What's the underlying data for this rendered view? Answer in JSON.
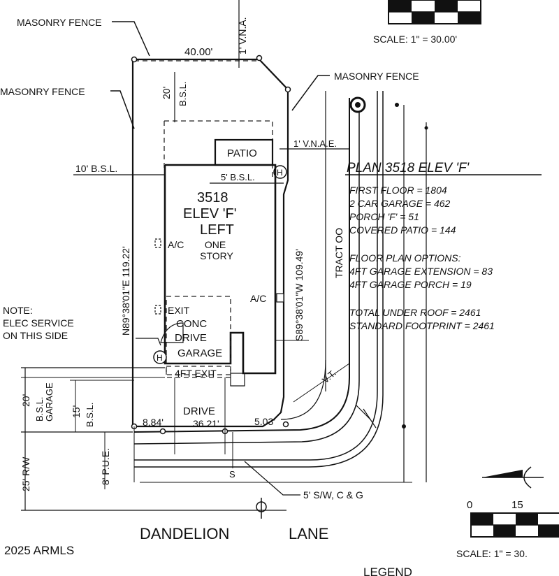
{
  "labels": {
    "masonry_fence_top": "MASONRY FENCE",
    "masonry_fence_left": "MASONRY FENCE",
    "masonry_fence_right": "MASONRY FENCE",
    "scale_top": "SCALE: 1\" = 30.00'",
    "scale_bottom": "SCALE: 1\" = 30.",
    "vnae_top": "1' V.N.A.",
    "vnae_right": "1' V.N.A.E.",
    "dim_top": "40.00'",
    "bsl_20_top": "20'",
    "bsl_top": "B.S.L.",
    "patio": "PATIO",
    "bsl_10": "10' B.S.L.",
    "bsl_5": "5' B.S.L.",
    "hose_bib": "H",
    "plan_number": "3518",
    "plan_elev": "ELEV 'F'",
    "plan_hand": "LEFT",
    "ac_left": "A/C",
    "one_story": "ONE\nSTORY",
    "bearing_left": "N89°38'01\"E  119.22'",
    "bearing_right": "S89°38'01\"W  109.49'",
    "ac_right": "A/C",
    "tract": "TRACT OO",
    "exit_top": "EXIT",
    "conc": "CONC",
    "drive": "DRIVE",
    "garage": "GARAGE",
    "exit_4ft": "4FT EXIT",
    "note": "NOTE:\nELEC SERVICE\nON THIS SIDE",
    "dim_20_garage": "20'",
    "bsl_garage": "B.S.L.\nGARAGE",
    "dim_15": "15'",
    "bsl_15": "B.S.L.",
    "drive_label": "DRIVE",
    "dim_884": "8.84'",
    "dim_3621": "36.21'",
    "dim_503": "5.03'",
    "vt": "V.T.",
    "rw_25": "25' R/W",
    "pue_8": "8' P.U.E.",
    "s_mark": "S",
    "sw": "5' S/W, C & G",
    "street_left": "DANDELION",
    "street_right": "LANE",
    "copyright": "2025 ARMLS",
    "legend": "LEGEND",
    "scale_0": "0",
    "scale_15": "15"
  },
  "info": {
    "title": "PLAN 3518 ELEV 'F'",
    "lines": [
      "FIRST FLOOR = 1804",
      "2 CAR GARAGE = 462",
      "PORCH 'F' = 51",
      "COVERED PATIO = 144",
      "FLOOR PLAN OPTIONS:",
      "4FT GARAGE EXTENSION = 83",
      "4FT GARAGE PORCH = 19",
      "TOTAL UNDER ROOF = 2461",
      "STANDARD FOOTPRINT = 2461"
    ]
  }
}
